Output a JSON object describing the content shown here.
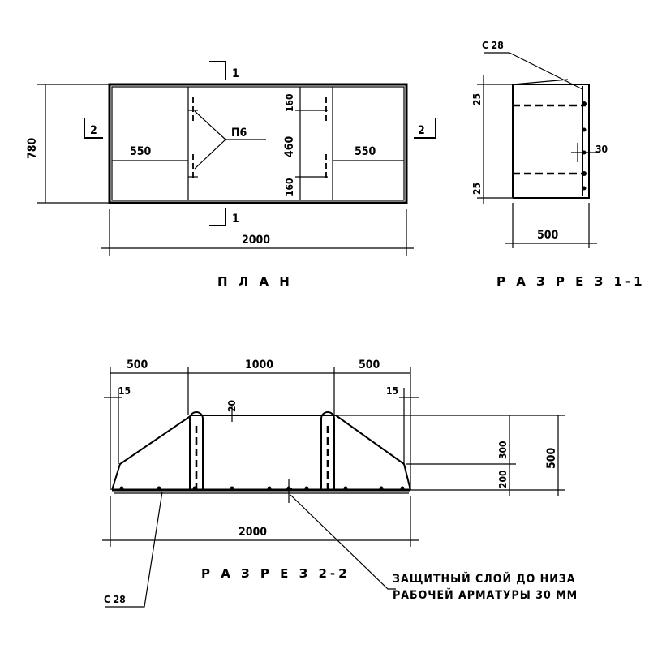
{
  "plan": {
    "title": "П Л А Н",
    "dim_length": "2000",
    "dim_width": "780",
    "dim_left": "550",
    "dim_right": "550",
    "dim_mid": "460",
    "dim_top": "160",
    "dim_bottom": "160",
    "rebar_label": "П6",
    "section1_top": "1",
    "section1_bottom": "1",
    "section2_left": "2",
    "section2_right": "2"
  },
  "section11": {
    "title": "Р А З Р Е З  1-1",
    "rebar_label": "С 28",
    "dim_top": "25",
    "dim_bottom": "25",
    "dim_cover": "30",
    "dim_width": "500"
  },
  "section22": {
    "title": "Р А З Р Е З  2-2",
    "dim_left": "500",
    "dim_mid": "1000",
    "dim_right": "500",
    "dim_edge_left": "15",
    "dim_edge_right": "15",
    "dim_loop": "20",
    "dim_upper": "300",
    "dim_lower": "200",
    "dim_height": "500",
    "dim_length": "2000",
    "rebar_label": "С 28"
  },
  "note": {
    "line1": "ЗАЩИТНЫЙ СЛОЙ ДО НИЗА",
    "line2": "РАБОЧЕЙ АРМАТУРЫ  30 ММ"
  }
}
